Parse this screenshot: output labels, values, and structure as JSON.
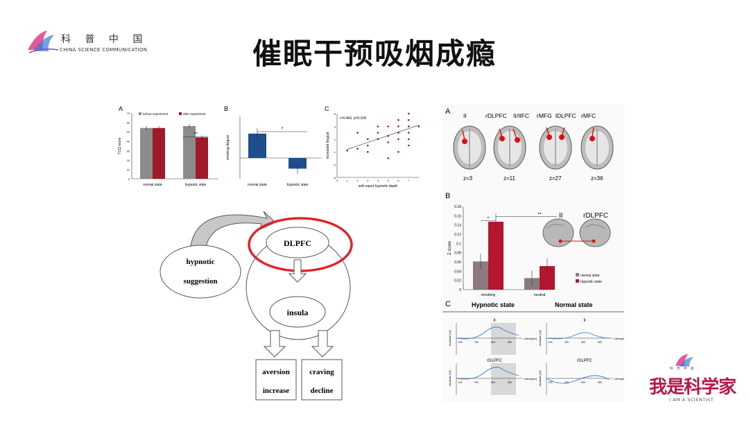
{
  "header": {
    "title": "催眠干预吸烟成瘾",
    "logo_cn": "科 普 中 国",
    "logo_en": "CHINA SCIENCE COMMUNICATION"
  },
  "footer_logo": {
    "small": "科 普 中 国",
    "cn": "我是科学家",
    "en": "I AM A SCIENTIST"
  },
  "chart_data": [
    {
      "panel": "A",
      "type": "bar",
      "categories": [
        "normal state",
        "hypnotic state"
      ],
      "series": [
        {
          "name": "before experiment",
          "values": [
            54,
            56
          ],
          "color": "#8c8c8c"
        },
        {
          "name": "after experiment",
          "values": [
            54,
            44
          ],
          "color": "#a01a2a"
        }
      ],
      "ylabel": "TCQ score",
      "ylim": [
        0,
        70
      ],
      "yticks": [
        "0",
        "10",
        "20",
        "30",
        "40",
        "50",
        "60",
        "70"
      ],
      "annotation": "**"
    },
    {
      "panel": "B",
      "type": "bar",
      "categories": [
        "normal state",
        "hypnotic state"
      ],
      "values": [
        1.6,
        -0.7
      ],
      "color": "#1f4e8c",
      "ylabel": "smoking disgust",
      "annotation": "*"
    },
    {
      "panel": "C",
      "type": "scatter",
      "xlabel": "self-report hypnotic depth",
      "ylabel": "increased disgust",
      "annotation": "r=0.466, p=0.018",
      "xticks": [
        "0",
        "1",
        "2",
        "3",
        "4",
        "5",
        "6",
        "7"
      ],
      "yticks": [
        "-5",
        "-3",
        "-1",
        "1",
        "3",
        "5"
      ],
      "xlim": [
        0,
        8
      ],
      "ylim": [
        -5,
        5
      ],
      "points": [
        [
          1,
          -0.8
        ],
        [
          2,
          -0.5
        ],
        [
          2,
          2
        ],
        [
          3,
          -1
        ],
        [
          3,
          0
        ],
        [
          3,
          1
        ],
        [
          4,
          1
        ],
        [
          4,
          2
        ],
        [
          4,
          3
        ],
        [
          5,
          -2
        ],
        [
          5,
          0.5
        ],
        [
          5,
          1.5
        ],
        [
          5,
          3
        ],
        [
          6,
          -1
        ],
        [
          6,
          1
        ],
        [
          6,
          2
        ],
        [
          6,
          3
        ],
        [
          6,
          4
        ],
        [
          7,
          0
        ],
        [
          7,
          1
        ],
        [
          7,
          2
        ],
        [
          7,
          3
        ],
        [
          7,
          4
        ],
        [
          7,
          5
        ],
        [
          8,
          3
        ]
      ],
      "trend": [
        [
          1,
          -0.6
        ],
        [
          8,
          3.2
        ]
      ]
    },
    {
      "panel": "B2",
      "type": "bar",
      "categories": [
        "smoking",
        "neutral"
      ],
      "series": [
        {
          "name": "normal state",
          "values": [
            0.061,
            0.025
          ],
          "color": "#8a7a80"
        },
        {
          "name": "hypnotic state",
          "values": [
            0.147,
            0.051
          ],
          "color": "#b3162e"
        }
      ],
      "ylabel": "Z score",
      "ylim": [
        0,
        0.18
      ],
      "yticks": [
        "0",
        "0.02",
        "0.04",
        "0.06",
        "0.08",
        "0.1",
        "0.12",
        "0.14",
        "0.16",
        "0.18"
      ],
      "annotations": [
        "*",
        "**"
      ]
    }
  ],
  "brain_panel": {
    "label_a": "A",
    "label_b": "B",
    "label_c": "C",
    "regions": [
      "II",
      "rDLPFC",
      "II/IIFC",
      "rMFG",
      "lDLPFC",
      "rMFC"
    ],
    "slices": [
      "z=3",
      "z=11",
      "z=27",
      "z=36"
    ],
    "inset_labels": [
      "II",
      "rDLPFC"
    ],
    "erp_headers": [
      "Hypnotic state",
      "Normal state"
    ],
    "erp_titles": [
      "II",
      "II",
      "rDLPFC",
      "rDLPFC"
    ],
    "erp_ylabel": "Amplitude [uV]",
    "erp_xlabel": "Latency[ms]",
    "erp_xticks": [
      "-100",
      "200",
      "500",
      "800"
    ]
  },
  "diagram": {
    "hypnotic": [
      "hypnotic",
      "suggestion"
    ],
    "dlpfc": "DLPFC",
    "insula": "insula",
    "aversion": [
      "aversion",
      "increase"
    ],
    "craving": [
      "craving",
      "decline"
    ]
  }
}
